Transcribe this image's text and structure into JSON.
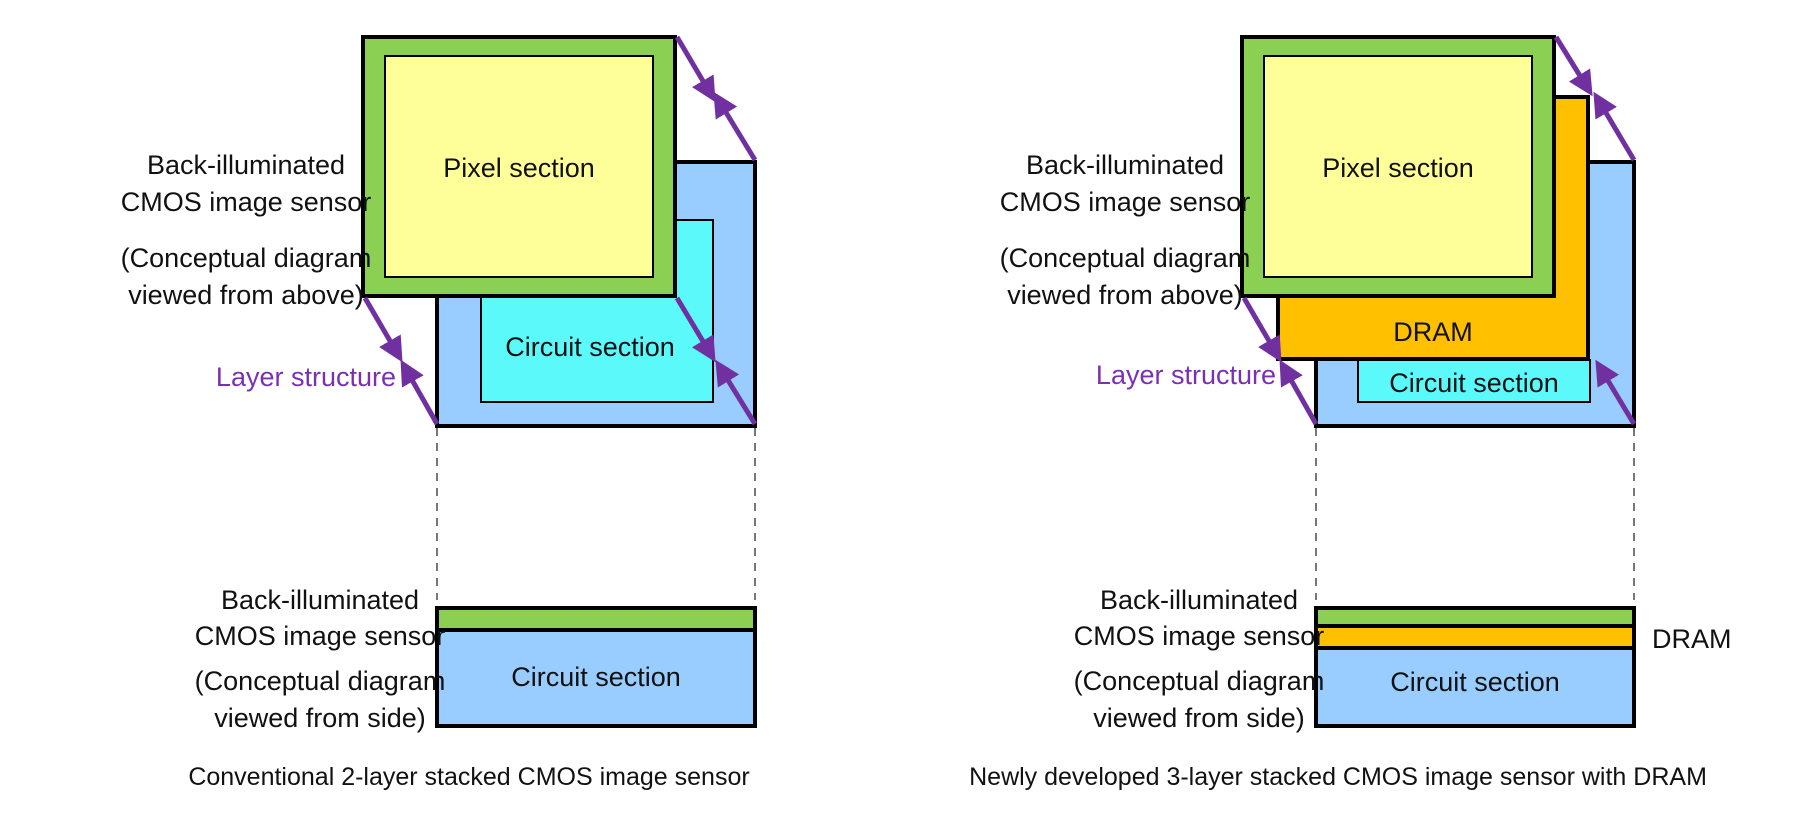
{
  "colors": {
    "pixel_outer": "#8cd053",
    "pixel_inner": "#ffff99",
    "circuit_board": "#99ccff",
    "circuit_chip": "#5cf9fb",
    "dram": "#ffc000",
    "arrow": "#7030a0",
    "outline": "#000000"
  },
  "left": {
    "top_labels": {
      "sensor_line1": "Back-illuminated",
      "sensor_line2": "CMOS image sensor",
      "concept_line1": "(Conceptual diagram",
      "concept_line2": "viewed from above)",
      "layer_structure": "Layer structure",
      "pixel_section": "Pixel section",
      "circuit_section": "Circuit section"
    },
    "side_labels": {
      "sensor_line1": "Back-illuminated",
      "sensor_line2": "CMOS image sensor",
      "concept_line1": "(Conceptual diagram",
      "concept_line2": "viewed from side)",
      "circuit_section": "Circuit section"
    },
    "caption": "Conventional 2-layer stacked CMOS image sensor"
  },
  "right": {
    "top_labels": {
      "sensor_line1": "Back-illuminated",
      "sensor_line2": "CMOS image sensor",
      "concept_line1": "(Conceptual diagram",
      "concept_line2": "viewed from above)",
      "layer_structure": "Layer structure",
      "pixel_section": "Pixel section",
      "dram": "DRAM",
      "circuit_section": "Circuit section"
    },
    "side_labels": {
      "sensor_line1": "Back-illuminated",
      "sensor_line2": "CMOS image sensor",
      "concept_line1": "(Conceptual diagram",
      "concept_line2": "viewed from side)",
      "circuit_section": "Circuit section",
      "dram": "DRAM"
    },
    "caption": "Newly developed 3-layer stacked CMOS image sensor with DRAM"
  }
}
